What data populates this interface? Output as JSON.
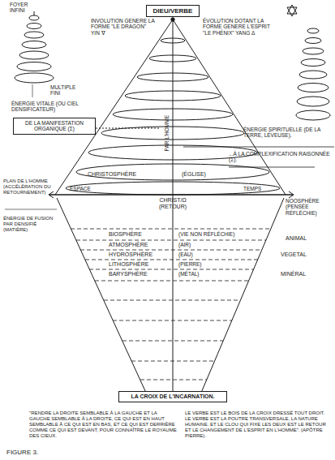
{
  "diagram": {
    "caption": "FIGURE 3.",
    "nodes": [
      {
        "text": [
          "DIEU/VERBE"
        ]
      },
      {
        "text": [
          "DE LA MANIFESTATION ORGANIQUE (Σ)"
        ]
      },
      {
        "text": [
          "LA CROIX DE L'INCARNATION."
        ]
      }
    ],
    "labels": [
      "FOYER INFINI",
      "MULTIPLE FINI",
      "INVOLUTION GENERE LA FORME \"LE DRAGON\" YIN ∇",
      "ÉVOLUTION DOTANT LA FORME GENERE L'ESPRIT \"LE PHÉNIX\" YANG Δ",
      "ÉNERGIE VITALE (OU CIEL DENSIFICATEUR)",
      "...À LA COMPLEXIFICATION RAISONNÉE (Σ).",
      "ÉNERGIE SPIRITUELLE (DE LA TERRE, LÉVEUSE).",
      "CHRISTOSPHÈRE",
      "(ÉGLISE)",
      "PAR L'HOMME",
      "PLAN DE L'HOMME (ACCÉLÉRATION DU RETOURNEMENT)",
      "ESPACE",
      "CHRIST/Ω (RETOUR)",
      "TEMPS",
      "NOOSPHÈRE (PENSÉE RÉFLÉCHIE)",
      "ÉNERGIE DE FUSION PAR DENSIFIÉ (MATIÈRE)",
      "BIOSPHÈRE",
      "(VIE NON RÉFLÉCHIE)",
      "ATMOSPHÈRE",
      "(AIR)",
      "HYDROSPHÈRE",
      "(EAU)",
      "LITHOSPHÈRE",
      "(PIERRE)",
      "BARYSPHÈRE",
      "(MÉTAL)",
      "ANIMAL",
      "VEGETAL",
      "MINÉRAL",
      "\"RENDRE LA DROITE SEMBLABLE À LA GAUCHE ET LA GAUCHE SEMBLABLE À LA DROITE, CE QUI EST EN HAUT SEMBLABLE À CE QUI EST EN BAS, ET CE QUI EST DERRIÈRE COMME CE QUI EST DEVANT, POUR CONNAÎTRE LE ROYAUME DES CIEUX.",
      "LE VERBE EST LE BOIS DE LA CROIX DRESSÉ TOUT DROIT. LE VERBE EST LA POUTRE TRANSVERSALE, LA NATURE HUMAINE. ET LE CLOU QUI FIXE LES DEUX EST LE RETOUR ET LE CHANGEMENT DE L'ESPRIT EN L'HOMME\". (APÔTRE PIERRE)."
    ]
  }
}
